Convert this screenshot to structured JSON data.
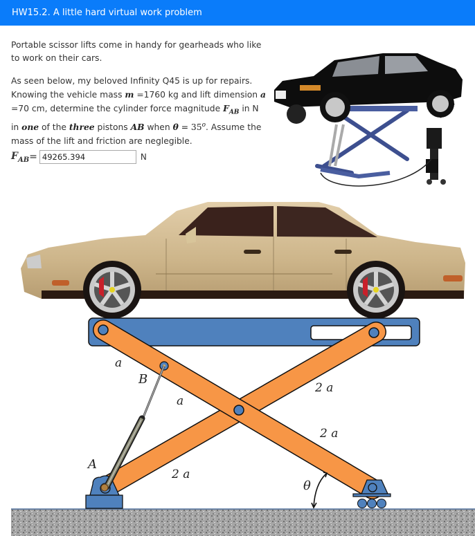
{
  "header": {
    "title": "HW15.2. A little hard virtual work problem"
  },
  "problem": {
    "paragraph1": "Portable scissor lifts come in handy for gearheads who like to work on their cars.",
    "p2_a": "As seen below, my beloved Infinity Q45 is up for repairs. Knowing the vehicle mass ",
    "p2_m_symbol": "m",
    "p2_b": " =1760 kg and lift dimension ",
    "p2_a_symbol": "a",
    "p2_c": " =70 cm, determine the cylinder force magnitude ",
    "p2_F": "F",
    "p2_Fsub": "AB",
    "p2_d": " in N in ",
    "p2_one": "one",
    "p2_e": " of the ",
    "p2_three": "three",
    "p2_f": " pistons ",
    "p2_AB": "AB",
    "p2_g": " when ",
    "p2_theta": "θ",
    "p2_h": " = 35",
    "p2_deg": "o",
    "p2_i": ". Assume the mass of the lift and friction are neglegible.",
    "given": {
      "mass_kg": 1760,
      "a_cm": 70,
      "theta_deg": 35
    }
  },
  "answer": {
    "label": "F",
    "label_sub": "AB",
    "equals": " =",
    "value": "49265.394",
    "unit": "N"
  },
  "diagram": {
    "labels": {
      "a_upper": "a",
      "B": "B",
      "a_lower": "a",
      "two_a_right_upper": "2 a",
      "two_a_right_lower": "2 a",
      "A": "A",
      "two_a_left": "2 a",
      "theta": "θ"
    },
    "colors": {
      "platform": "#4f81bd",
      "arms": "#f79646",
      "pins": "#4f81bd",
      "ground": "#9a9a9a",
      "car_body": "#d3bc93"
    }
  }
}
